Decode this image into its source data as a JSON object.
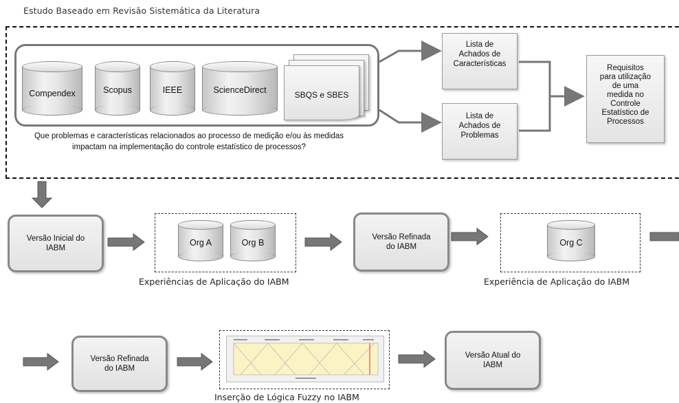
{
  "header": {
    "title": "Estudo Baseado em Revisão Sistemática da Literatura"
  },
  "sources": {
    "databases": [
      "Compendex",
      "Scopus",
      "IEEE",
      "ScienceDirect"
    ],
    "docs_label": "SBQS e SBES",
    "question": "Que problemas e características relacionados ao processo de medição e/ou às medidas impactam na implementação do controle estatístico de processos?"
  },
  "outputs": {
    "caracteristicas": [
      "Lista de",
      "Achados de",
      "Características"
    ],
    "problemas": [
      "Lista de",
      "Achados de",
      "Problemas"
    ],
    "requisitos": [
      "Requisitos",
      "para utilização",
      "de uma",
      "medida no",
      "Controle",
      "Estatístico de",
      "Processos"
    ]
  },
  "flow": {
    "versao_inicial": "Versão Inicial do IABM",
    "org_a": "Org A",
    "org_b": "Org B",
    "experiencias_caption": "Experiências de Aplicação do IABM",
    "versao_refinada_1": "Versão Refinada do IABM",
    "org_c": "Org C",
    "experiencia_caption": "Experiência de Aplicação do IABM",
    "versao_refinada_2": "Versão Refinada do IABM",
    "fuzzy_caption": "Inserção de Lógica Fuzzy no IABM",
    "versao_atual": "Versão Atual do IABM"
  },
  "colors": {
    "arrow": "#777777",
    "box_border": "#888888",
    "frame": "#111111"
  }
}
